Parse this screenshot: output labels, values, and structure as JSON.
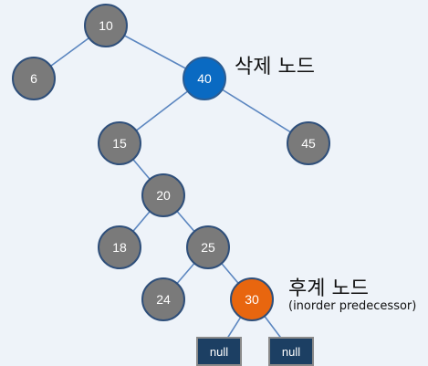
{
  "tree": {
    "nodes": {
      "n10": "10",
      "n6": "6",
      "n40": "40",
      "n15": "15",
      "n45": "45",
      "n20": "20",
      "n18": "18",
      "n25": "25",
      "n24": "24",
      "n30": "30"
    },
    "null_left": "null",
    "null_right": "null"
  },
  "annotations": {
    "deleted_node": "삭제 노드",
    "successor_node": "후계 노드",
    "successor_note": "(inorder predecessor)"
  },
  "colors": {
    "normal_node": "#7a7a7a",
    "deleted_node": "#0a6ac2",
    "successor_node": "#e8660f",
    "edge": "#5b86c0",
    "null_box": "#1c3f63"
  }
}
